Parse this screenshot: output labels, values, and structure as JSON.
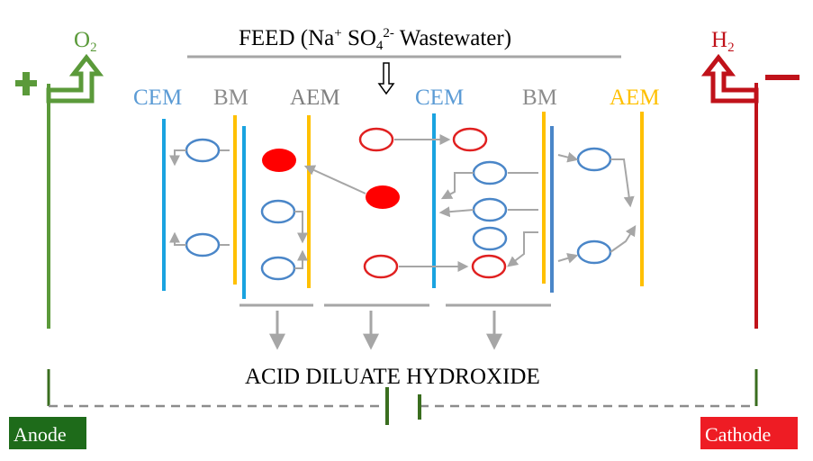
{
  "feed": {
    "main": "FEED (Na",
    "sup1": "+",
    "mid": " SO",
    "sub": "4",
    "sup2": "2-",
    "tail": " Wastewater)"
  },
  "gases": {
    "left": {
      "base": "O",
      "sub": "2",
      "color": "#5b9a3a"
    },
    "right": {
      "base": "H",
      "sub": "2",
      "color": "#c0121a"
    }
  },
  "polarity": {
    "plus": "+",
    "minus": "−"
  },
  "membranes": {
    "cem1": "CEM",
    "bm1": "BM",
    "aem1": "AEM",
    "cem2": "CEM",
    "bm2": "BM",
    "aem2": "AEM"
  },
  "outputs": {
    "text": "ACID DILUATE HYDROXIDE"
  },
  "electrodes": {
    "anode": "Anode",
    "cathode": "Cathode"
  },
  "colors": {
    "cem": "#5b9bd5",
    "cem_line": "#1aa3e0",
    "bm": "#8c8c8c",
    "aem_text": "#7f7f7f",
    "aem_yellow": "#ffc000",
    "anode_green": "#4e8a2e",
    "cathode_red": "#c0121a",
    "ion_blue": "#4a86c8",
    "ion_red": "#e02020",
    "arrow_gray": "#a6a6a6"
  }
}
